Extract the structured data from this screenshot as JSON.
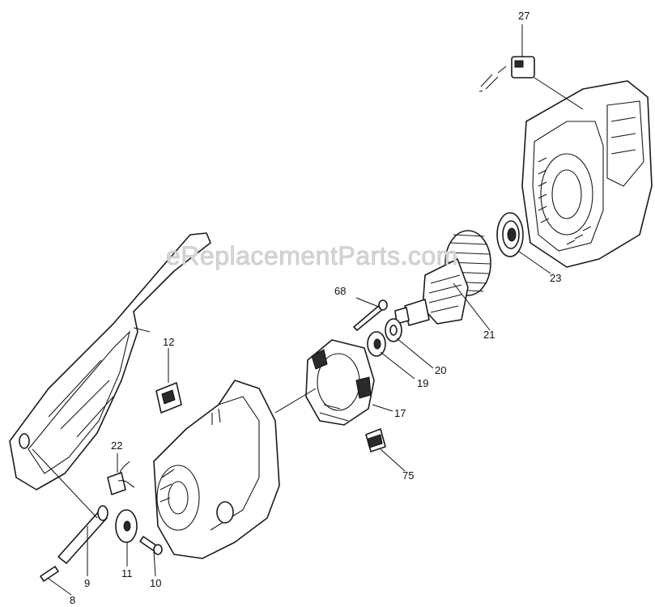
{
  "diagram": {
    "watermark": "eReplacementParts.com",
    "part_numbers": {
      "p27": "27",
      "p23": "23",
      "p68": "68",
      "p21": "21",
      "p20": "20",
      "p19": "19",
      "p12": "12",
      "p17": "17",
      "p22": "22",
      "p75": "75",
      "p9": "9",
      "p11": "11",
      "p10": "10",
      "p8": "8"
    }
  }
}
